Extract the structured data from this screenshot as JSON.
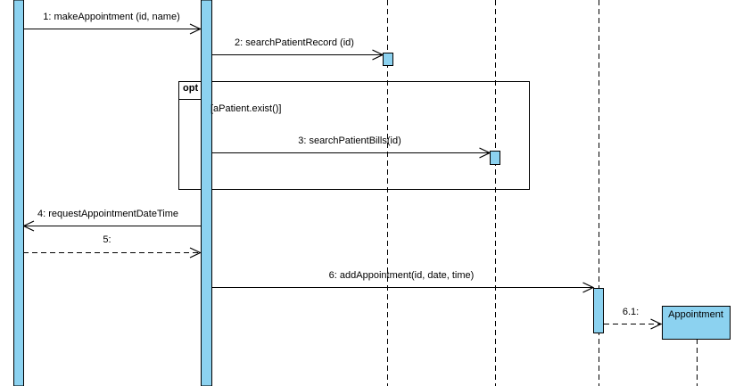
{
  "colors": {
    "activation_fill": "#8CD2F0",
    "object_fill": "#8CD2F0",
    "line_color": "#000000"
  },
  "fragment": {
    "operator": "opt",
    "guard": "[aPatient.exist()]"
  },
  "messages": [
    {
      "label": "1: makeAppointment (id, name)",
      "style": "solid"
    },
    {
      "label": "2: searchPatientRecord (id)",
      "style": "solid"
    },
    {
      "label": "3: searchPatientBills(id)",
      "style": "solid"
    },
    {
      "label": "4: requestAppointmentDateTime",
      "style": "solid"
    },
    {
      "label": "5:",
      "style": "dashed"
    },
    {
      "label": "6: addAppointment(id, date, time)",
      "style": "solid"
    },
    {
      "label": "6.1:",
      "style": "dashed"
    }
  ],
  "objects": [
    {
      "name": "Appointment"
    }
  ]
}
